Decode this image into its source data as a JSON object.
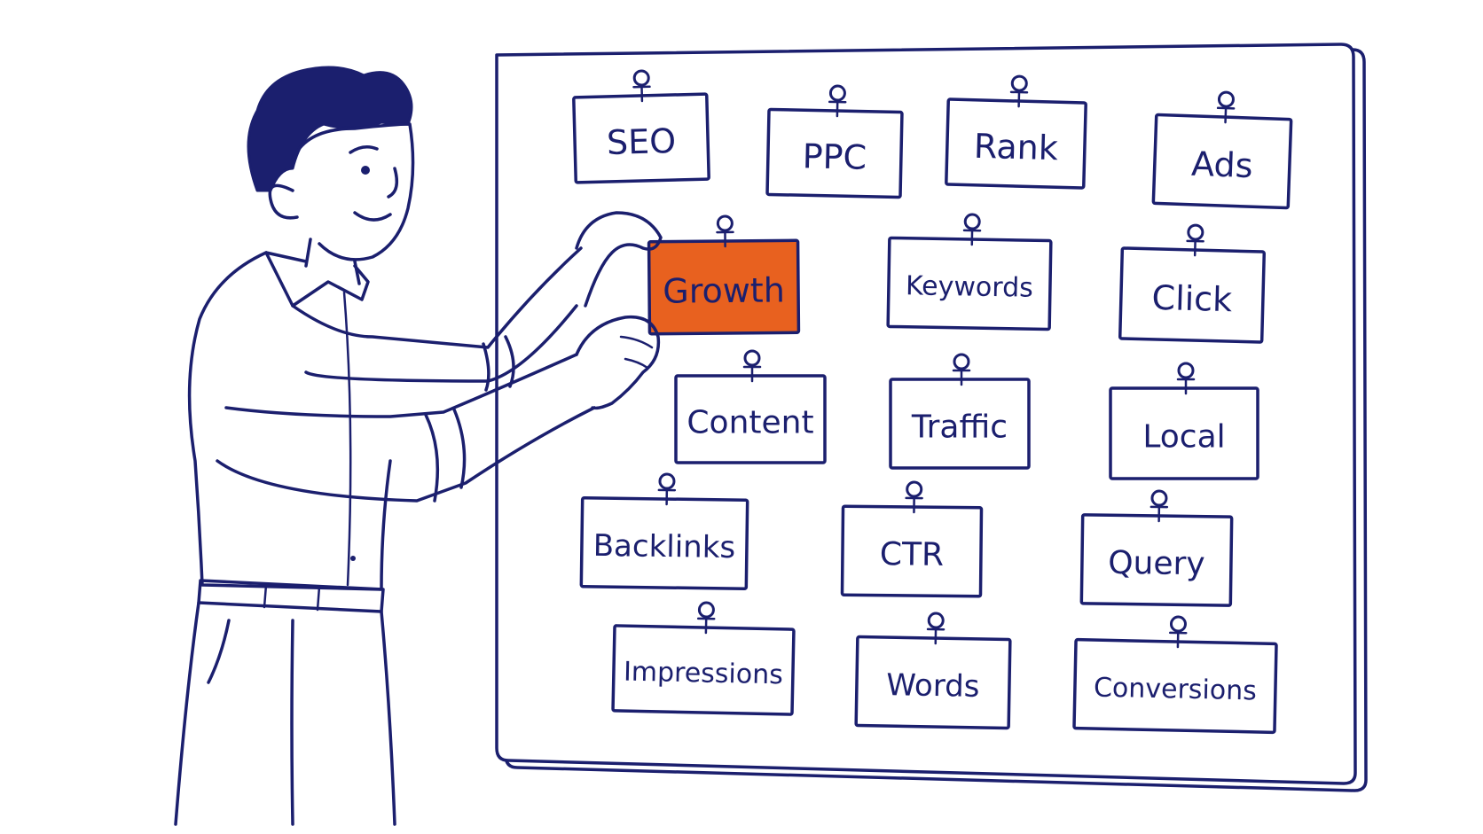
{
  "colors": {
    "ink": "#1b1f6e",
    "accent": "#e8611f",
    "paper": "#ffffff"
  },
  "board": {
    "cards": [
      {
        "label": "SEO",
        "highlight": false
      },
      {
        "label": "PPC",
        "highlight": false
      },
      {
        "label": "Rank",
        "highlight": false
      },
      {
        "label": "Ads",
        "highlight": false
      },
      {
        "label": "Growth",
        "highlight": true
      },
      {
        "label": "Keywords",
        "highlight": false
      },
      {
        "label": "Click",
        "highlight": false
      },
      {
        "label": "Content",
        "highlight": false
      },
      {
        "label": "Traffic",
        "highlight": false
      },
      {
        "label": "Local",
        "highlight": false
      },
      {
        "label": "Backlinks",
        "highlight": false
      },
      {
        "label": "CTR",
        "highlight": false
      },
      {
        "label": "Query",
        "highlight": false
      },
      {
        "label": "Impressions",
        "highlight": false
      },
      {
        "label": "Words",
        "highlight": false
      },
      {
        "label": "Conversions",
        "highlight": false
      }
    ]
  },
  "icons": {
    "pin": "pushpin-icon"
  }
}
